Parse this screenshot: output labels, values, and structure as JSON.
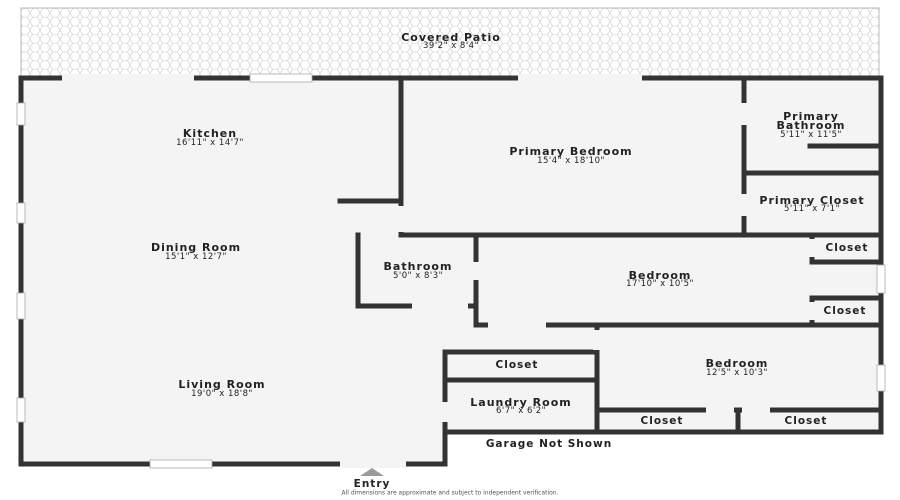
{
  "patio": {
    "name": "Covered Patio",
    "dims": "39'2\" x 8'4\""
  },
  "rooms": {
    "kitchen": {
      "name": "Kitchen",
      "dims": "16'11\" x 14'7\""
    },
    "dining": {
      "name": "Dining Room",
      "dims": "15'1\" x 12'7\""
    },
    "living": {
      "name": "Living Room",
      "dims": "19'0\" x 18'8\""
    },
    "primary_bedroom": {
      "name": "Primary Bedroom",
      "dims": "15'4\" x 18'10\""
    },
    "primary_bathroom": {
      "name_line1": "Primary",
      "name_line2": "Bathroom",
      "dims": "5'11\" x 11'5\""
    },
    "primary_closet": {
      "name": "Primary Closet",
      "dims": "5'11\" x 7'1\""
    },
    "bathroom": {
      "name": "Bathroom",
      "dims": "5'0\" x 8'3\""
    },
    "bedroom_1": {
      "name": "Bedroom",
      "dims": "17'10\" x 10'5\""
    },
    "bedroom_2": {
      "name": "Bedroom",
      "dims": "12'5\" x 10'3\""
    },
    "laundry": {
      "name": "Laundry Room",
      "dims": "6'7\" x 6'2\""
    }
  },
  "closets": {
    "bed1_upper": "Closet",
    "bed1_lower": "Closet",
    "hall": "Closet",
    "bed2_left": "Closet",
    "bed2_right": "Closet"
  },
  "labels": {
    "garage": "Garage Not Shown",
    "entry": "Entry",
    "disclaimer": "All dimensions are approximate and subject to independent verification."
  },
  "colors": {
    "wall": "#333333",
    "floor": "#f4f4f4",
    "patio_fill": "#f7f7f7",
    "patio_line": "#c8c8c8",
    "window": "#ffffff",
    "entry_arrow": "#9a9a9a"
  }
}
